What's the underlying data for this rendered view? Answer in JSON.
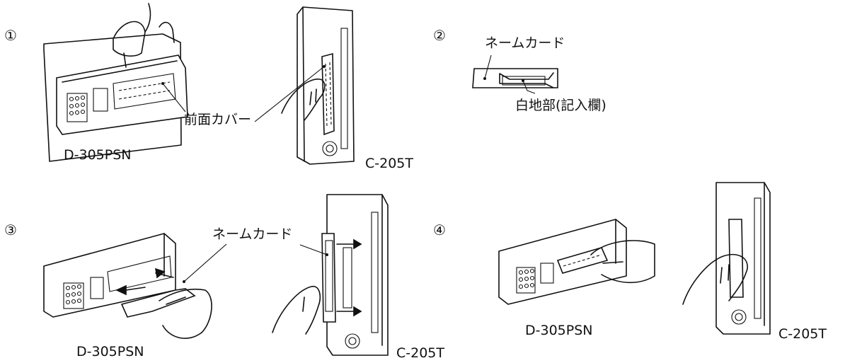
{
  "steps": {
    "s1": "①",
    "s2": "②",
    "s3": "③",
    "s4": "④"
  },
  "labels": {
    "front_cover": "前面カバー",
    "name_card_2": "ネームカード",
    "white_area": "白地部(記入欄)",
    "name_card_3": "ネームカード"
  },
  "models": {
    "d_step1": "D-305PSN",
    "c_step1": "C-205T",
    "d_step3": "D-305PSN",
    "c_step3": "C-205T",
    "d_step4": "D-305PSN",
    "c_step4": "C-205T"
  },
  "colors": {
    "line": "#111111",
    "background": "#ffffff"
  }
}
